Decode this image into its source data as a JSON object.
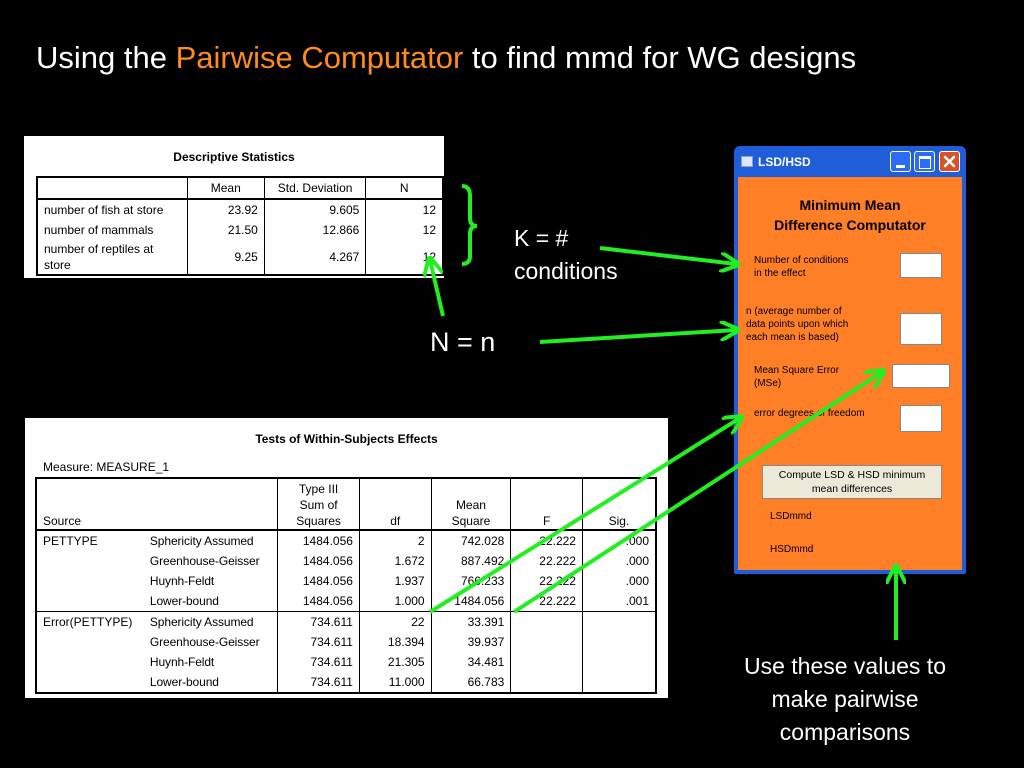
{
  "slide": {
    "title_pre": "Using the ",
    "title_accent": "Pairwise Computator",
    "title_post": " to find mmd for WG designs",
    "accent_color": "#ff8c1a"
  },
  "descriptive": {
    "title": "Descriptive Statistics",
    "headers": [
      "",
      "Mean",
      "Std. Deviation",
      "N"
    ],
    "rows": [
      {
        "label": "number of fish at store",
        "mean": "23.92",
        "sd": "9.605",
        "n": "12"
      },
      {
        "label": "number of mammals",
        "mean": "21.50",
        "sd": "12.866",
        "n": "12"
      },
      {
        "label1": "number of reptiles at",
        "label2": "store",
        "mean": "9.25",
        "sd": "4.267",
        "n": "12"
      }
    ]
  },
  "tests": {
    "title": "Tests of Within-Subjects Effects",
    "measure": "Measure: MEASURE_1",
    "headers": {
      "source": "Source",
      "ss1": "Type III",
      "ss2": "Sum of",
      "ss3": "Squares",
      "df": "df",
      "ms1": "Mean",
      "ms2": "Square",
      "f": "F",
      "sig": "Sig."
    },
    "groups": [
      {
        "source": "PETTYPE",
        "rows": [
          {
            "corr": "Sphericity Assumed",
            "ss": "1484.056",
            "df": "2",
            "ms": "742.028",
            "f": "22.222",
            "sig": ".000"
          },
          {
            "corr": "Greenhouse-Geisser",
            "ss": "1484.056",
            "df": "1.672",
            "ms": "887.492",
            "f": "22.222",
            "sig": ".000"
          },
          {
            "corr": "Huynh-Feldt",
            "ss": "1484.056",
            "df": "1.937",
            "ms": "766.233",
            "f": "22.222",
            "sig": ".000"
          },
          {
            "corr": "Lower-bound",
            "ss": "1484.056",
            "df": "1.000",
            "ms": "1484.056",
            "f": "22.222",
            "sig": ".001"
          }
        ]
      },
      {
        "source": "Error(PETTYPE)",
        "rows": [
          {
            "corr": "Sphericity Assumed",
            "ss": "734.611",
            "df": "22",
            "ms": "33.391",
            "f": "",
            "sig": ""
          },
          {
            "corr": "Greenhouse-Geisser",
            "ss": "734.611",
            "df": "18.394",
            "ms": "39.937",
            "f": "",
            "sig": ""
          },
          {
            "corr": "Huynh-Feldt",
            "ss": "734.611",
            "df": "21.305",
            "ms": "34.481",
            "f": "",
            "sig": ""
          },
          {
            "corr": "Lower-bound",
            "ss": "734.611",
            "df": "11.000",
            "ms": "66.783",
            "f": "",
            "sig": ""
          }
        ]
      }
    ]
  },
  "window": {
    "title": "LSD/HSD",
    "heading1": "Minimum Mean",
    "heading2": "Difference Computator",
    "field_k_1": "Number of conditions",
    "field_k_2": "in the effect",
    "field_n_1": "n (average number of",
    "field_n_2": "data points  upon which",
    "field_n_3": "each mean is based)",
    "field_mse_1": "Mean Square Error",
    "field_mse_2": "(MSe)",
    "field_df": "error degrees of freedom",
    "compute_1": "Compute LSD & HSD      minimum",
    "compute_2": "mean differences",
    "lsd": "LSDmmd",
    "hsd": "HSDmmd",
    "bg_color": "#ff7f27",
    "frame_color": "#1f5ed8"
  },
  "annotations": {
    "k1": "K = #",
    "k2": "conditions",
    "n": "N = n",
    "use1": "Use these values to",
    "use2": "make pairwise",
    "use3": "comparisons",
    "arrow_color": "#22ee22"
  }
}
